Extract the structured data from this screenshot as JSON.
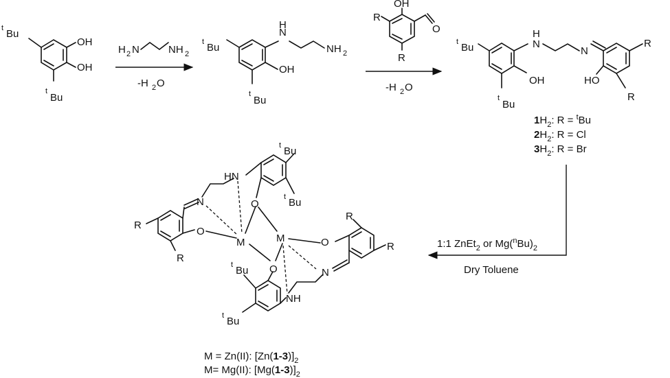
{
  "reagent1": {
    "formula_left": "H",
    "sub_left": "2",
    "formula_mid": "N",
    "formula_right": "NH",
    "sub_right": "2"
  },
  "arrow1_below": {
    "text": "-H",
    "sub": "2",
    "end": "O"
  },
  "arrow2_below": {
    "text": "-H",
    "sub": "2",
    "end": "O"
  },
  "labels": {
    "OH": "OH",
    "O": "O",
    "N": "N",
    "H": "H",
    "HN": "HN",
    "NH": "NH",
    "NH2": "NH",
    "sub2": "2",
    "tBu_t": "t",
    "tBu_Bu": "Bu",
    "R": "R",
    "HO": "HO",
    "M": "M"
  },
  "ligand_list": [
    {
      "num": "1",
      "h": "H",
      "sub": "2",
      "rest": ": R = ",
      "val_sup": "t",
      "val": "Bu"
    },
    {
      "num": "2",
      "h": "H",
      "sub": "2",
      "rest": ": R = Cl",
      "val_sup": "",
      "val": ""
    },
    {
      "num": "3",
      "h": "H",
      "sub": "2",
      "rest": ": R = Br",
      "val_sup": "",
      "val": ""
    }
  ],
  "arrow3": {
    "above_a": "1:1 ZnEt",
    "above_sub": "2",
    "above_b": " or Mg(",
    "above_sup": "n",
    "above_c": "Bu)",
    "above_sub2": "2",
    "below": "Dry Toluene"
  },
  "footer": {
    "line1_a": "M = Zn(II): [Zn(",
    "line1_b": "1-3",
    "line1_c": ")]",
    "line1_sub": "2",
    "line2_a": "M= Mg(II): [Mg(",
    "line2_b": "1-3",
    "line2_c": ")]",
    "line2_sub": "2"
  }
}
